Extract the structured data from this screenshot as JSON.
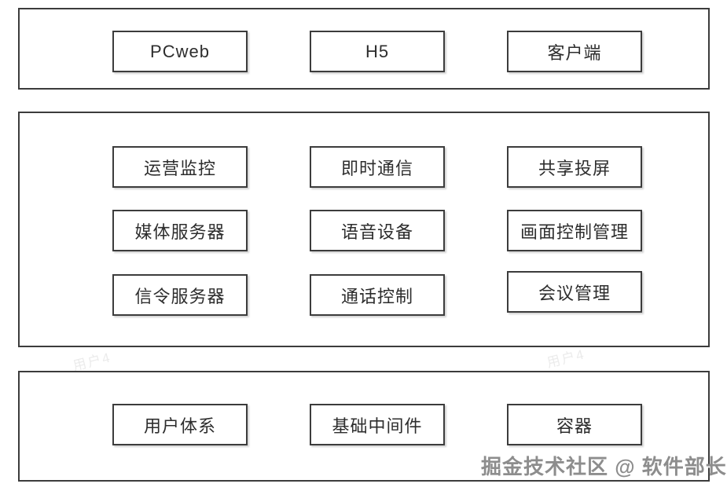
{
  "canvas": {
    "background": "#ffffff",
    "border_color": "#3c3c3c",
    "text_color": "#2d2d2d",
    "signature_color": "#8d8d8d"
  },
  "layers": {
    "client": {
      "boxes": [
        "PCweb",
        "H5",
        "客户端"
      ]
    },
    "service": {
      "rows": [
        [
          "运营监控",
          "即时通信",
          "共享投屏"
        ],
        [
          "媒体服务器",
          "语音设备",
          "画面控制管理"
        ],
        [
          "信令服务器",
          "通话控制",
          "会议管理"
        ]
      ]
    },
    "infrastructure": {
      "boxes": [
        "用户体系",
        "基础中间件",
        "容器"
      ]
    }
  },
  "watermark": {
    "signature": "掘金技术社区 @ 软件部长",
    "tile_text": "用户4"
  }
}
